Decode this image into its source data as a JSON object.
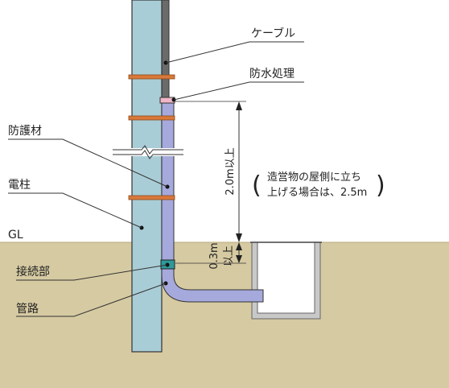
{
  "labels": {
    "cable": "ケーブル",
    "waterproofing": "防水処理",
    "protective_material": "防護材",
    "utility_pole": "電柱",
    "ground_level": "GL",
    "joint": "接続部",
    "conduit": "管路"
  },
  "dimensions": {
    "above_ground": "2.0m以上",
    "below_ground_value": "0.3m",
    "below_ground_suffix": "以上"
  },
  "note": {
    "line1": "造営物の屋側に立ち",
    "line2": "上げる場合は、2.5m",
    "open_paren": "(",
    "close_paren": ")"
  },
  "colors": {
    "ground": "#d6caa2",
    "pole": "#a9cdd6",
    "conduit": "#a6a9dc",
    "band": "#d9783a",
    "cable": "#6b6b6b",
    "joint": "#2e9a9a",
    "waterproofing": "#f0b6c8",
    "handhole": "#c8c8c8"
  }
}
